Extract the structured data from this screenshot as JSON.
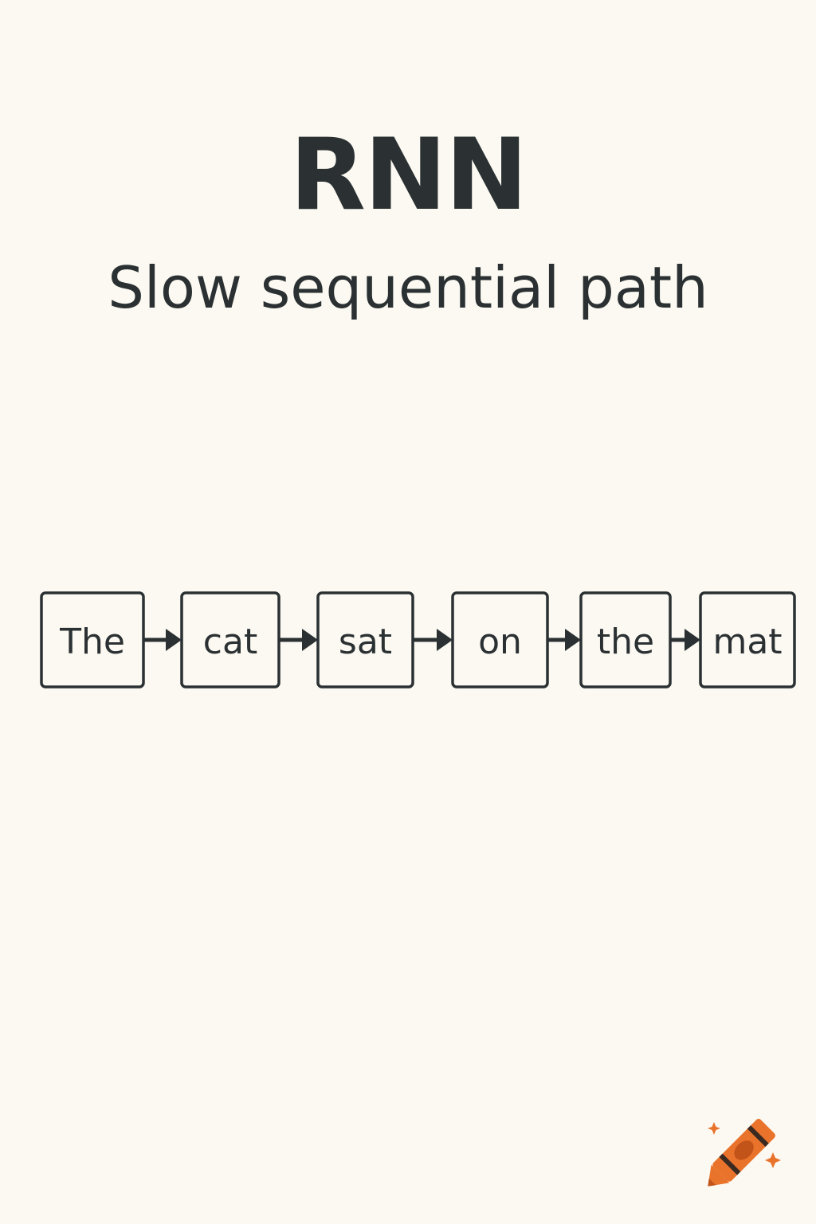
{
  "title": "RNN",
  "subtitle": "Slow sequential path",
  "sequence": {
    "tokens": [
      "The",
      "cat",
      "sat",
      "on",
      "the",
      "mat"
    ]
  },
  "colors": {
    "background": "#fbf9f1",
    "ink": "#2b3133",
    "accent": "#e9732b"
  },
  "icons": {
    "logo": "crayon-icon"
  }
}
